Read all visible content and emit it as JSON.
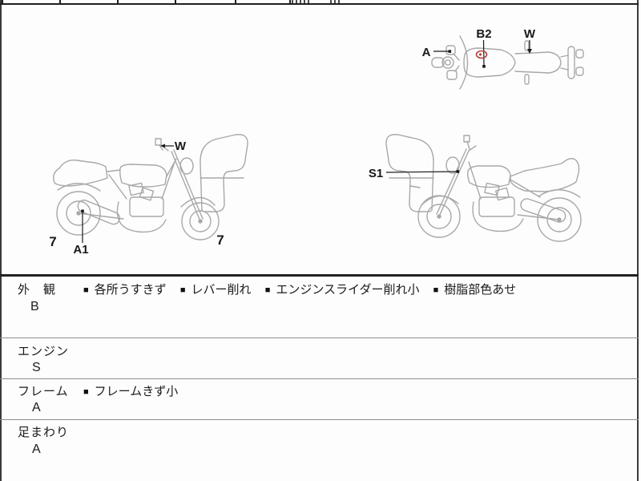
{
  "page": {
    "background": "#fdfdfd"
  },
  "top_strip": {
    "tick_count": 6,
    "note_fragments_cut_off": true
  },
  "diagrams": {
    "top_view": {
      "label_a": "A",
      "label_b2": "B2",
      "label_w": "W"
    },
    "left_side_view": {
      "label_w": "W",
      "label_a1": "A1",
      "wheel_grade_rear": "7",
      "wheel_grade_front": "7"
    },
    "right_side_view": {
      "label_s1": "S1"
    }
  },
  "condition_table": {
    "bullet": "■",
    "rows": [
      {
        "category": "外　観",
        "grade": "B",
        "items": [
          "各所うすきず",
          "レバー削れ",
          "エンジンスライダー削れ小",
          "樹脂部色あせ"
        ]
      },
      {
        "category": "エンジン",
        "grade": "S",
        "items": []
      },
      {
        "category": "フレーム",
        "grade": "A",
        "items": [
          "フレームきず小"
        ]
      },
      {
        "category": "足まわり",
        "grade": "A",
        "items": []
      }
    ]
  },
  "colors": {
    "line_art": "#a8a8a8",
    "ink": "#1a1a1a",
    "marker_red": "#b5423f",
    "border": "#3a3a3a",
    "thick_rule": "#222222",
    "thin_rule": "#8e8e8e"
  }
}
